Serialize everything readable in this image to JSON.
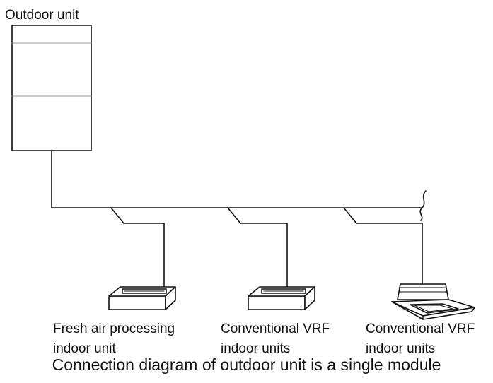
{
  "outdoor_unit": {
    "label": "Outdoor unit"
  },
  "indoor_units": [
    {
      "line1": "Fresh air processing",
      "line2": "indoor unit"
    },
    {
      "line1": "Conventional VRF",
      "line2": "indoor units"
    },
    {
      "line1": "Conventional VRF",
      "line2": "indoor units"
    }
  ],
  "caption": "Connection diagram of outdoor unit is a single module",
  "colors": {
    "line": "#111111",
    "divider": "#999999",
    "background": "#ffffff"
  }
}
